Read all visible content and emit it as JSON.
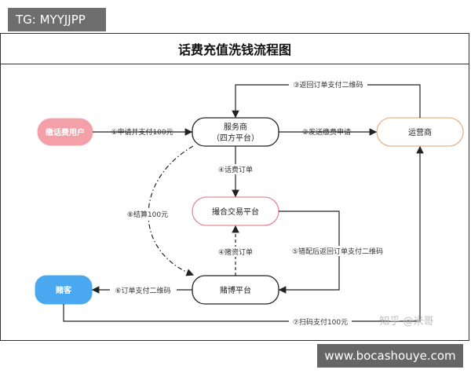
{
  "tag": "TG: MYYJJPP",
  "title": "话费充值洗钱流程图",
  "footer_site": "www.bocashouye.com",
  "watermark": "知乎 @米哥",
  "nodes": {
    "user": "缴话费用户",
    "service_line1": "服务商",
    "service_line2": "（四方平台）",
    "operator": "运营商",
    "match": "撮合交易平台",
    "gamble": "赌博平台",
    "gambler": "赌客"
  },
  "edges": {
    "e1": "①申请并支付100元",
    "e2": "②发送缴费申请",
    "e3": "③返回订单支付二维码",
    "e4": "④话费订单",
    "e4b": "④赌资订单",
    "e5": "⑤错配后返回订单支付二维码",
    "e6": "⑥订单支付二维码",
    "e7": "⑦扫码支付100元",
    "e8": "⑧结算100元"
  },
  "colors": {
    "user_fill": "#f4a0a8",
    "gambler_fill": "#4aa8f0",
    "operator_border": "#e8b48c",
    "match_border": "#e88a9a",
    "dark_border": "#222222"
  }
}
